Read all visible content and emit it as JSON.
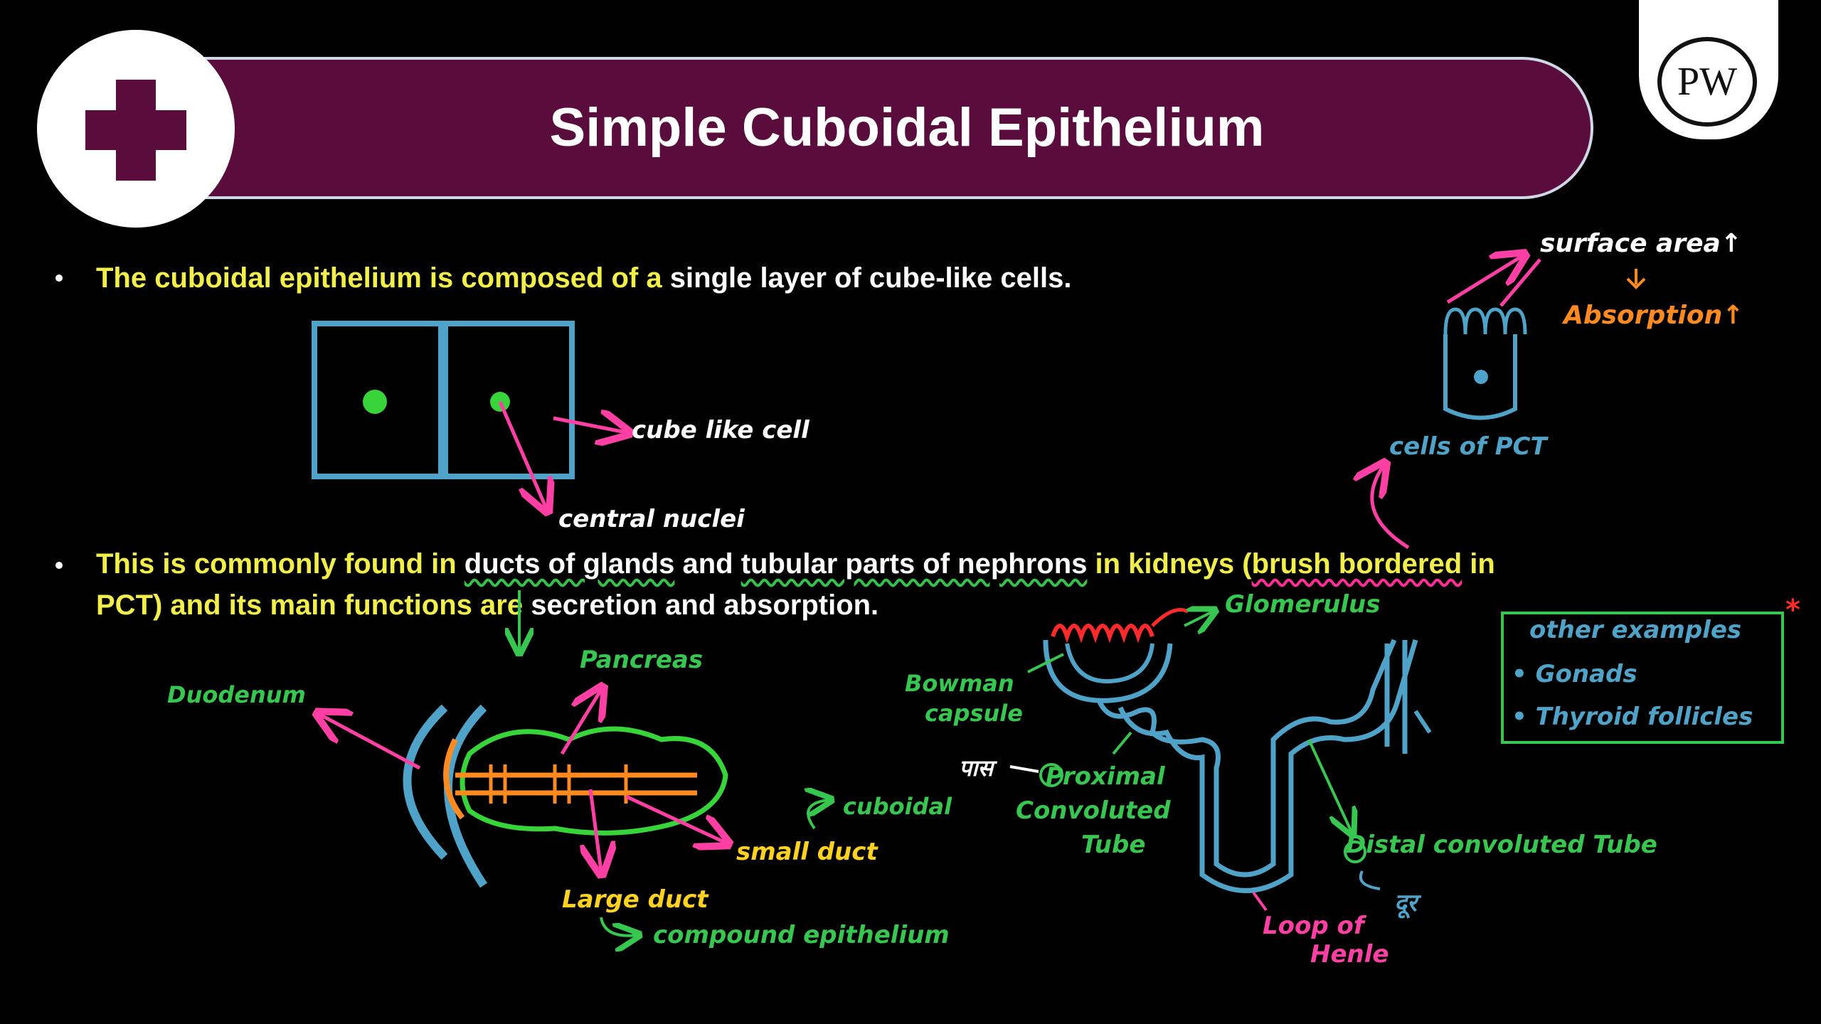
{
  "header": {
    "title": "Simple Cuboidal Epithelium",
    "logo_text": "PW",
    "accent_color": "#5a0d3c"
  },
  "bullets": [
    {
      "part1": "The cuboidal epithelium is composed of a ",
      "part2": "single layer of cube-like cells."
    },
    {
      "s1": "This is commonly found in ",
      "s2": "ducts of glands",
      "s3": " and ",
      "s4": "tubular parts of nephrons",
      "s5": " in kidneys (",
      "s6": "brush bordered",
      "s7": " in",
      "s8": "PCT) and its main functions",
      "s9": " are ",
      "s10": "secretion and absorption."
    }
  ],
  "labels": {
    "cube_like_cell": "cube like cell",
    "central_nuclei": "central nuclei",
    "surface_area": "surface area↑",
    "absorption": "Absorption↑",
    "cells_of_pct": "cells of PCT",
    "glomerulus": "Glomerulus",
    "bowman_capsule_1": "Bowman",
    "bowman_capsule_2": "capsule",
    "pct_hindi": "पास",
    "pct_1": "Proximal",
    "pct_2": "Convoluted",
    "pct_3": "Tube",
    "dct": "Distal convoluted Tube",
    "dct_hindi": "दूर",
    "loop_1": "Loop of",
    "loop_2": "Henle",
    "duodenum": "Duodenum",
    "pancreas": "Pancreas",
    "cuboidal": "cuboidal",
    "small_duct": "small duct",
    "large_duct": "Large duct",
    "compound": "compound epithelium",
    "asterisk": "*"
  },
  "other_examples": {
    "title": "other examples",
    "items": [
      "• Gonads",
      "• Thyroid follicles"
    ]
  }
}
